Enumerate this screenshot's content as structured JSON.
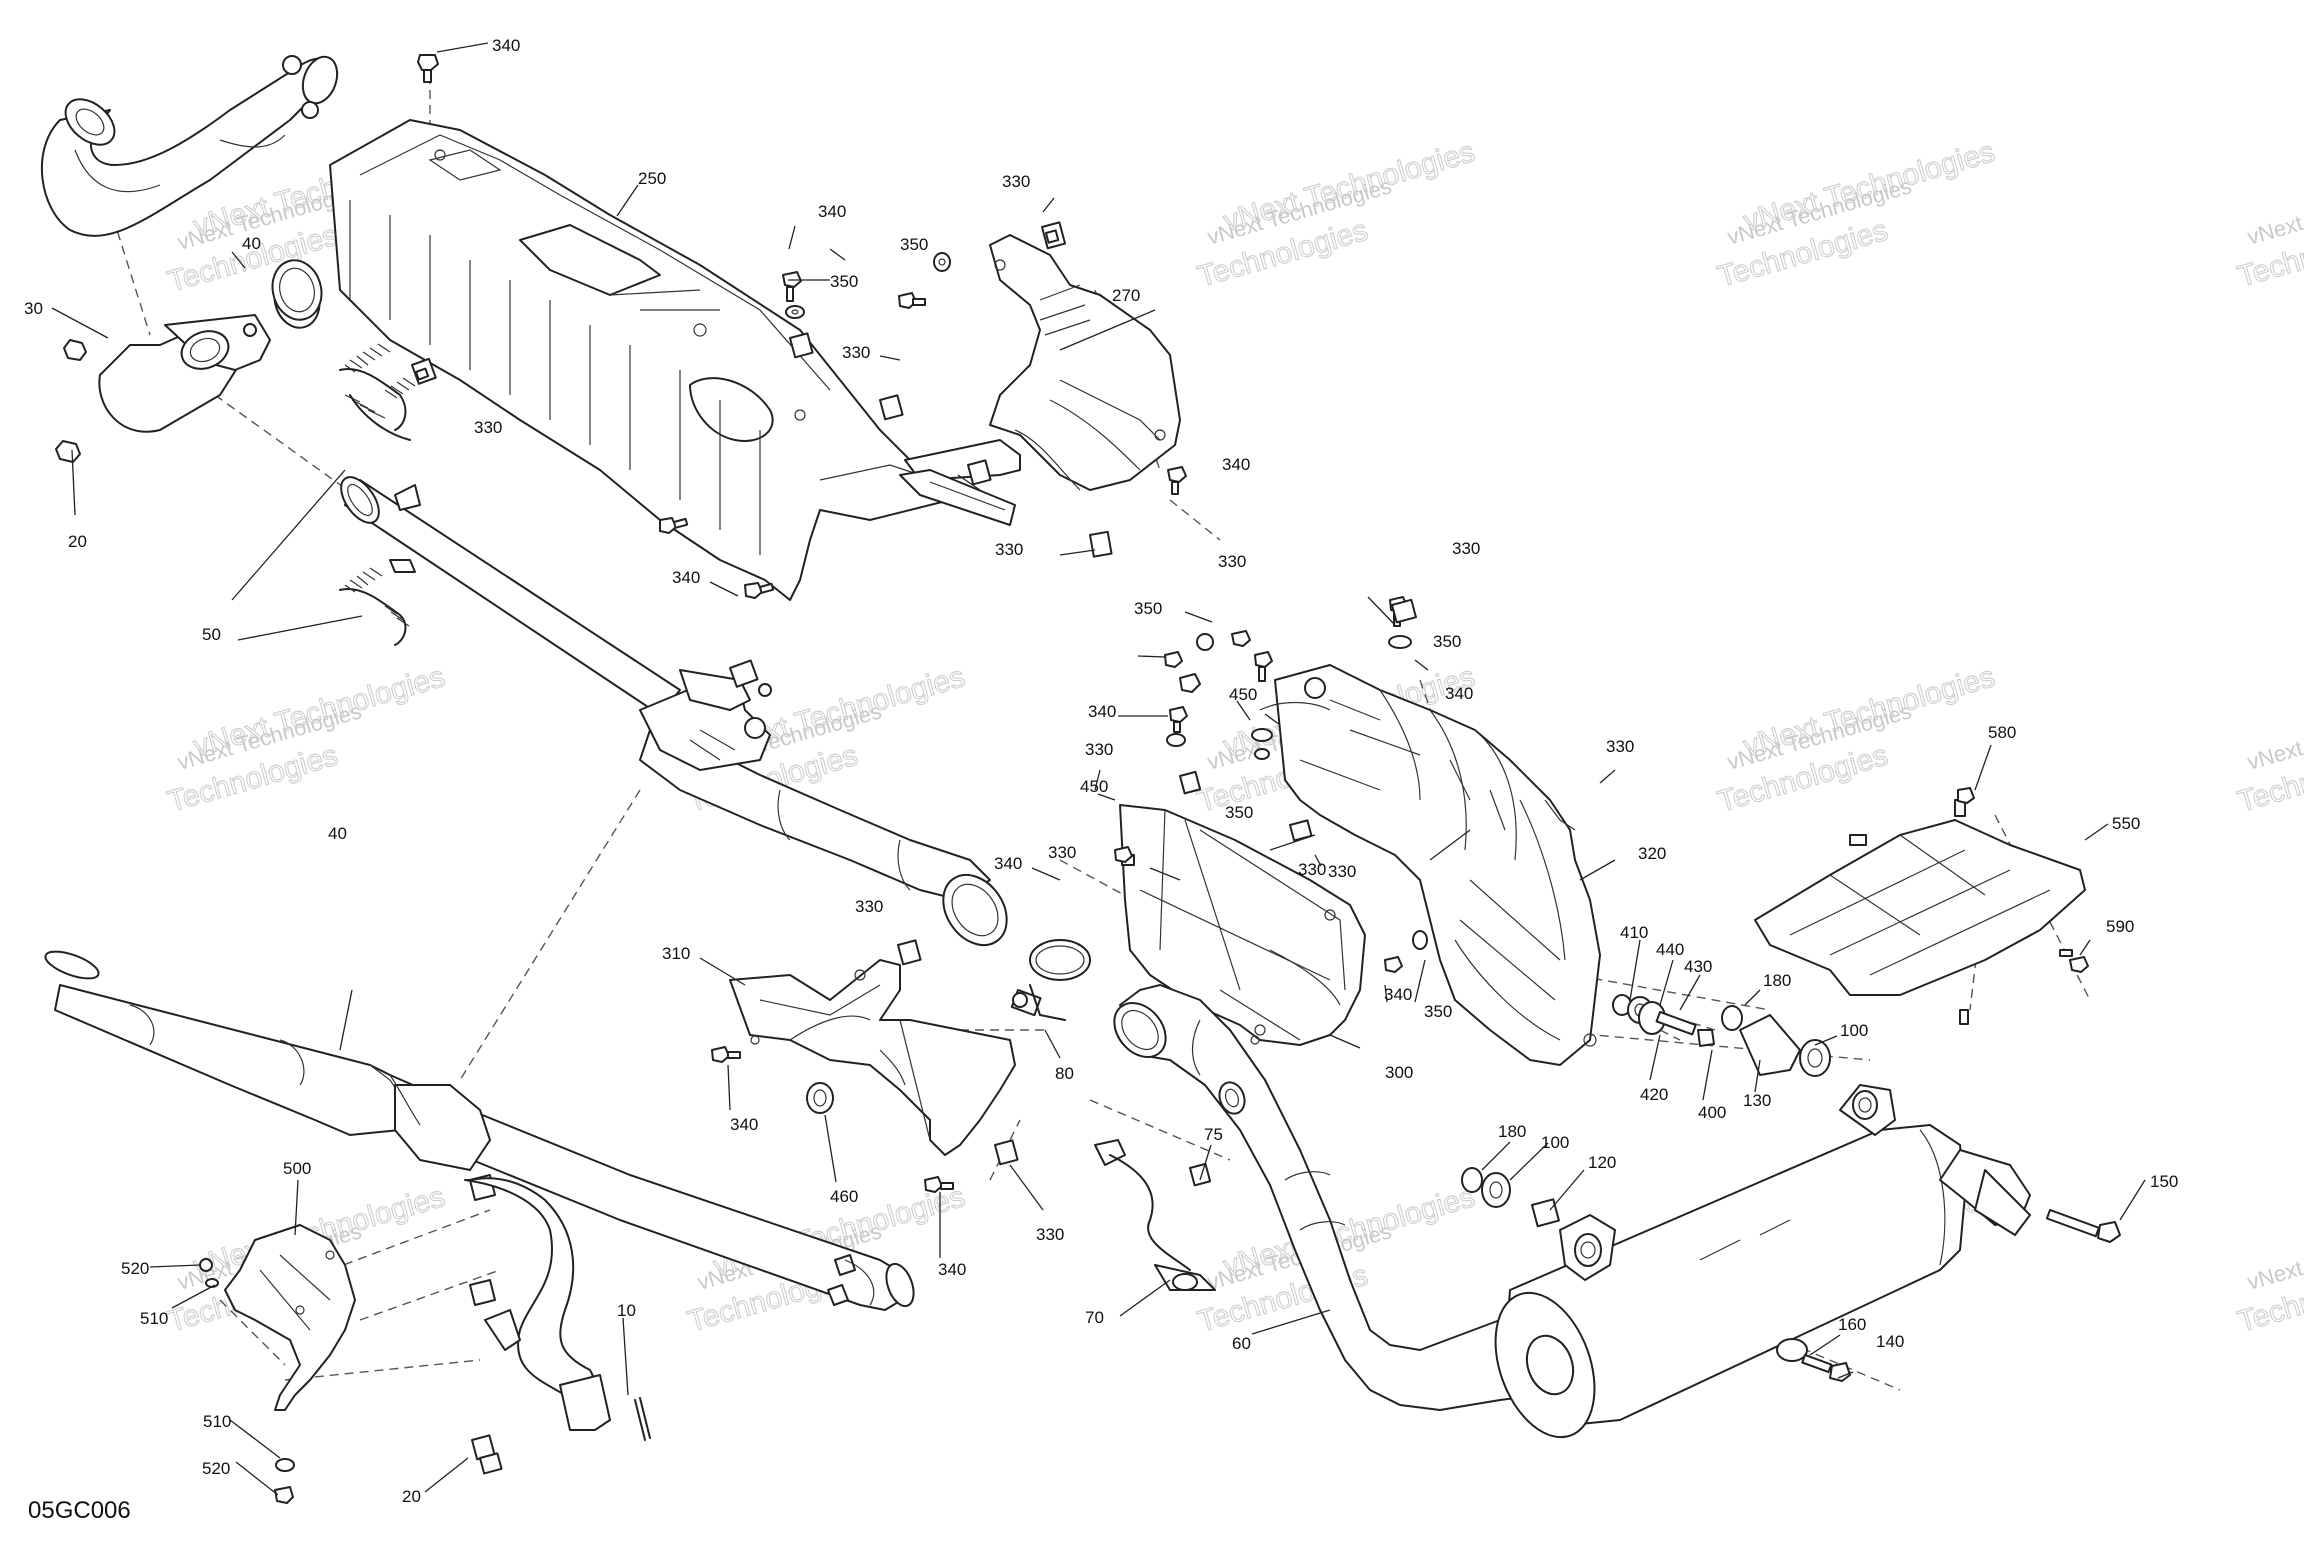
{
  "diagram_code": "05GC006",
  "watermark": {
    "line1": "vNext Technologies",
    "line2": "vNext Technologies",
    "line3": "Technologies"
  },
  "callouts": {
    "c340a": "340",
    "c250": "250",
    "c340b": "340",
    "c350a": "350",
    "c350b": "350",
    "c330a": "330",
    "c270": "270",
    "c330b": "330",
    "c40top": "40",
    "c30": "30",
    "c330c": "330",
    "c20a": "20",
    "c340c": "340",
    "c330d": "340",
    "c330e": "330",
    "c50": "50",
    "c330f": "330",
    "c330g": "330",
    "c350c": "350",
    "c350d": "350",
    "c340d": "340",
    "c450a": "450",
    "c340e": "340",
    "c330h": "330",
    "c330i": "330",
    "c580": "580",
    "c450b": "450",
    "c350e": "350",
    "c330j": "330",
    "c320": "320",
    "c550": "550",
    "c40mid": "40",
    "c330k": "330",
    "c340f": "340",
    "c330l": "330",
    "c330m": "330",
    "c590": "590",
    "c310": "310",
    "c410": "410",
    "c440": "440",
    "c430": "430",
    "c180a": "180",
    "c80": "80",
    "c300": "300",
    "c340g": "340",
    "c350f": "350",
    "c100a": "100",
    "c420": "420",
    "c400": "400",
    "c130": "130",
    "c340h": "340",
    "c75": "75",
    "c460": "460",
    "c180b": "180",
    "c100b": "100",
    "c500": "500",
    "c120": "120",
    "c150": "150",
    "c330n": "330",
    "c520a": "520",
    "c340i": "340",
    "c510a": "510",
    "c10": "10",
    "c70": "70",
    "c60": "60",
    "c160": "160",
    "c140": "140",
    "c510b": "510",
    "c520b": "520",
    "c20b": "20"
  }
}
